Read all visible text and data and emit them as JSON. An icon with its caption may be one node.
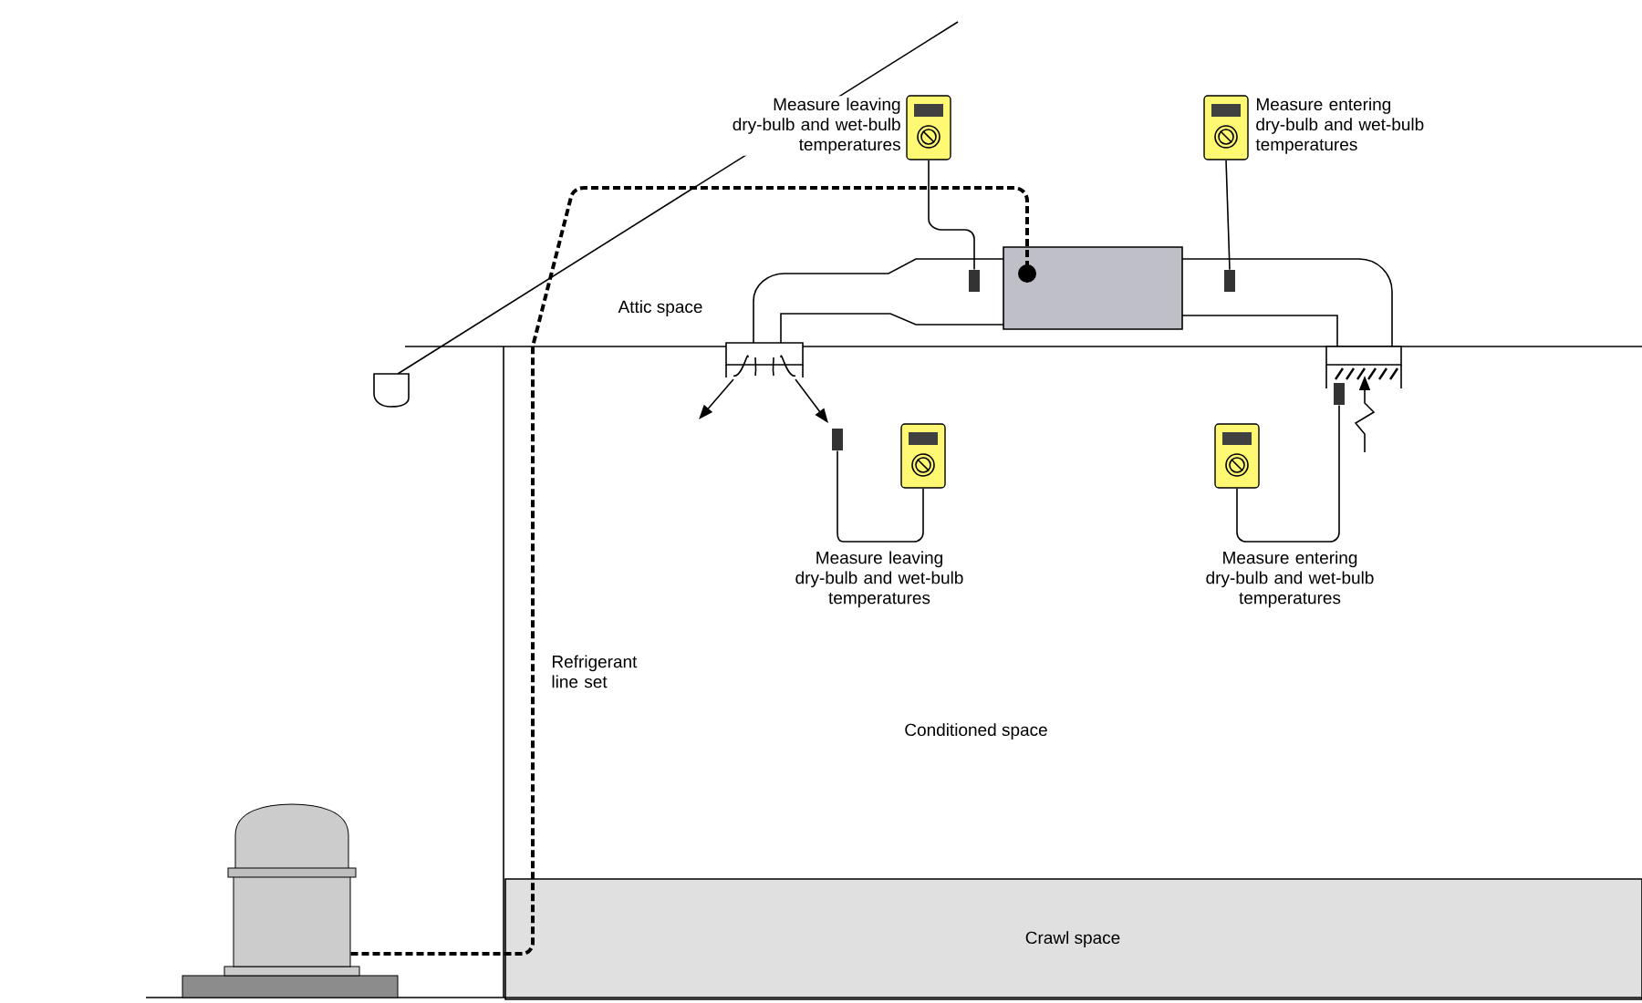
{
  "diagram": {
    "nodes": [
      {
        "text": [],
        "shape": "meter",
        "beside": [
          "Measure leaving dry-bulb and wet-bulb temperatures"
        ]
      },
      {
        "text": [],
        "shape": "meter",
        "beside": [
          "Measure entering dry-bulb and wet-bulb temperatures"
        ]
      },
      {
        "text": [],
        "shape": "box"
      },
      {
        "text": [],
        "shape": "box"
      },
      {
        "text": [],
        "shape": "box"
      },
      {
        "text": [],
        "shape": "box"
      },
      {
        "text": [],
        "shape": "meter",
        "beside": [
          "Measure leaving dry-bulb and wet-bulb temperatures"
        ]
      },
      {
        "text": [],
        "shape": "meter",
        "beside": [
          "Measure entering dry-bulb and wet-bulb temperatures"
        ]
      },
      {
        "text": [],
        "shape": "box"
      },
      {
        "text": [],
        "shape": "cylinder"
      },
      {
        "text": [
          "Crawl space"
        ]
      }
    ],
    "edges": [
      {
        "from": 0,
        "to": 2,
        "arrow": "none"
      },
      {
        "from": 1,
        "to": 4,
        "arrow": "none"
      },
      {
        "from": 6,
        "to": 5,
        "arrow": "none"
      },
      {
        "from": 7,
        "to": 8,
        "arrow": "none"
      },
      {
        "from": 9,
        "to": 3,
        "arrow": "other",
        "style": "dashed",
        "label": "Refrigerant line set"
      }
    ],
    "labels": [
      "Attic space",
      "Conditioned space"
    ]
  }
}
